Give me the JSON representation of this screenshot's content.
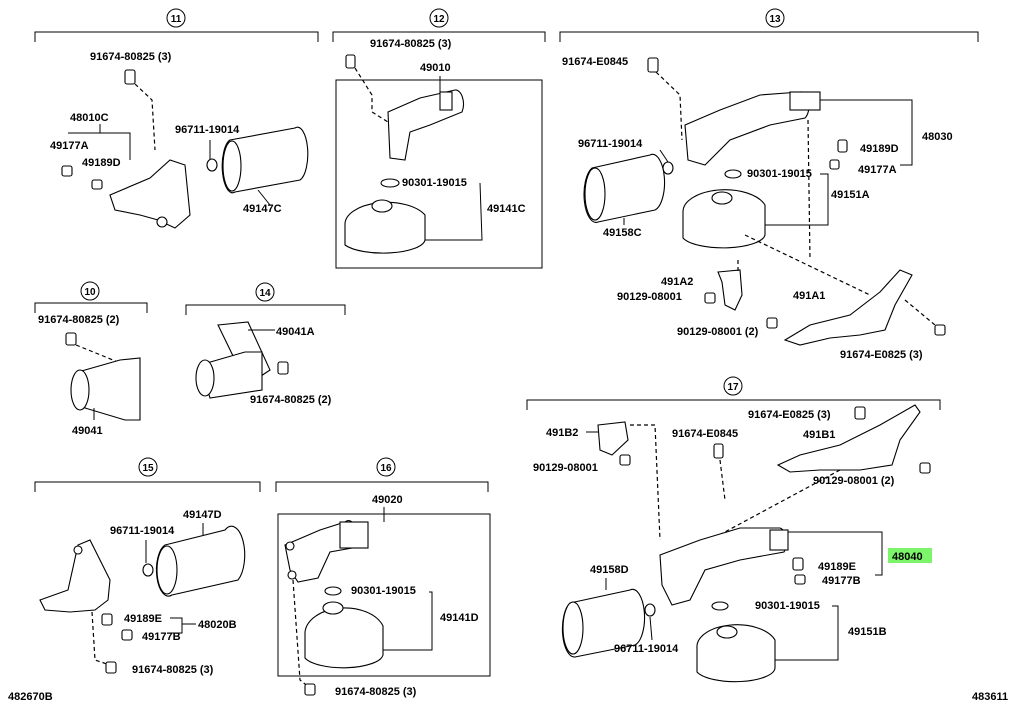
{
  "sections": [
    {
      "id": "s11",
      "number": "11"
    },
    {
      "id": "s12",
      "number": "12"
    },
    {
      "id": "s13",
      "number": "13"
    },
    {
      "id": "s10",
      "number": "10"
    },
    {
      "id": "s14",
      "number": "14"
    },
    {
      "id": "s17",
      "number": "17"
    },
    {
      "id": "s15",
      "number": "15"
    },
    {
      "id": "s16",
      "number": "16"
    }
  ],
  "labels": {
    "s11_bolt": "91674-80825 (3)",
    "s11_valve": "48010C",
    "s11_a": "49177A",
    "s11_d": "49189D",
    "s11_ring": "96711-19014",
    "s11_acc": "49147C",
    "s12_bolt": "91674-80825 (3)",
    "s12_valve": "49010",
    "s12_ring": "90301-19015",
    "s12_sphere": "49141C",
    "s13_bolt": "91674-E0845",
    "s13_ring1": "96711-19014",
    "s13_acc": "49158C",
    "s13_d": "49189D",
    "s13_a": "49177A",
    "s13_valve": "48030",
    "s13_ring2": "90301-19015",
    "s13_sphere": "49151A",
    "s13_a2": "491A2",
    "s13_bolt2": "90129-08001",
    "s13_a1": "491A1",
    "s13_bolt3": "90129-08001 (2)",
    "s13_bolt4": "91674-E0825 (3)",
    "s10_bolt": "91674-80825 (2)",
    "s10_acc": "49041",
    "s14_acc": "49041A",
    "s14_bolt": "91674-80825 (2)",
    "s17_bolt1": "91674-E0825 (3)",
    "s17_b2": "491B2",
    "s17_bolt2": "91674-E0845",
    "s17_b1": "491B1",
    "s17_bolt3": "90129-08001",
    "s17_bolt4": "90129-08001 (2)",
    "s17_e": "49189E",
    "s17_valve": "48040",
    "s17_b": "49177B",
    "s17_acc": "49158D",
    "s17_ring1": "90301-19015",
    "s17_sphere": "49151B",
    "s17_ring2": "96711-19014",
    "s15_acc": "49147D",
    "s15_ring": "96711-19014",
    "s15_e": "49189E",
    "s15_valve": "48020B",
    "s15_b": "49177B",
    "s15_bolt": "91674-80825 (3)",
    "s16_valve": "49020",
    "s16_ring": "90301-19015",
    "s16_sphere": "49141D",
    "s16_bolt": "91674-80825 (3)",
    "footer_left": "482670B",
    "footer_right": "483611"
  },
  "highlight_color": "#7cf56a"
}
